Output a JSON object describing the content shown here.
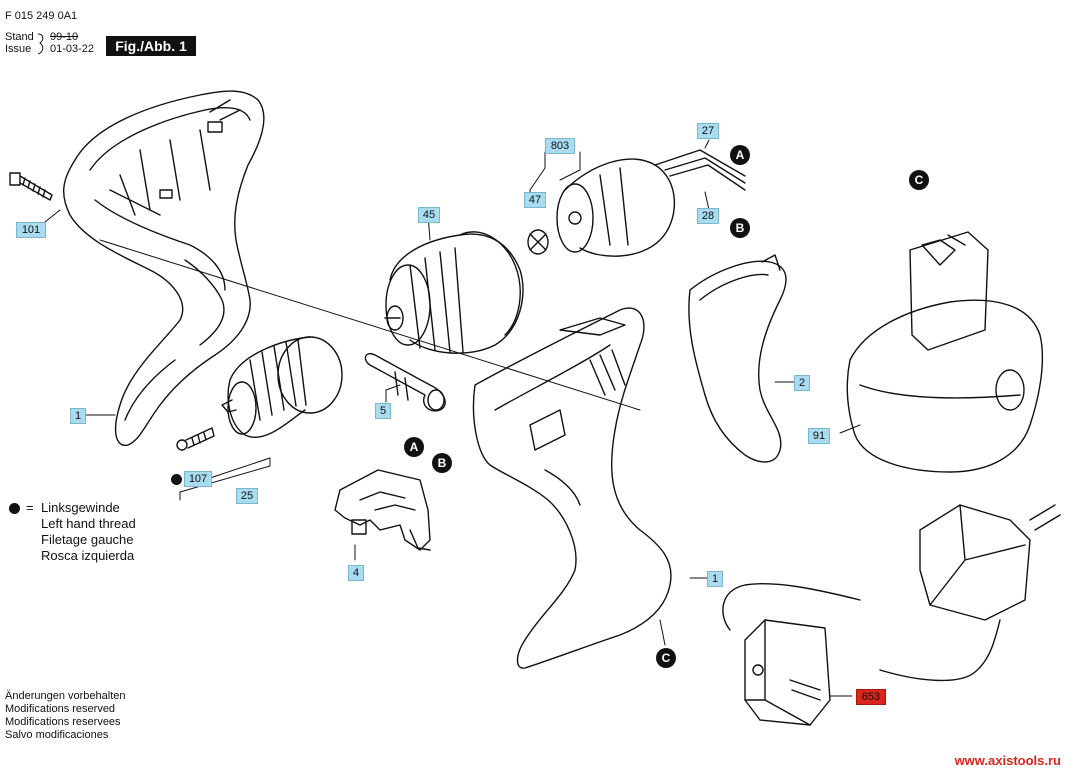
{
  "header": {
    "doc_number": "F 015 249 0A1",
    "stand_label": "Stand",
    "issue_label": "Issue",
    "stand_date": "99-10",
    "issue_date": "01-03-22",
    "figure_label": "Fig./Abb. 1"
  },
  "legend": {
    "symbol_eq": "=",
    "lines": [
      "Linksgewinde",
      "Left hand thread",
      "Filetage gauche",
      "Rosca izquierda"
    ]
  },
  "footer": {
    "lines": [
      "Änderungen vorbehalten",
      "Modifications reserved",
      "Modifications reservees",
      "Salvo modificaciones"
    ],
    "watermark": "www.axistools.ru"
  },
  "parts": {
    "p101": "101",
    "p1_left": "1",
    "p107": "107",
    "p25": "25",
    "p5": "5",
    "p4": "4",
    "p45": "45",
    "p803": "803",
    "p47": "47",
    "p27": "27",
    "p28": "28",
    "p2": "2",
    "p91": "91",
    "p1_right": "1",
    "p653": "653"
  },
  "callouts": {
    "a_top": "A",
    "b_top": "B",
    "a_mid": "A",
    "b_mid": "B",
    "c_battery": "C",
    "c_handle": "C"
  },
  "colors": {
    "part_label_fill": "#a9dcf0",
    "highlight_label_fill": "#d9251b",
    "watermark": "#d9251b"
  }
}
